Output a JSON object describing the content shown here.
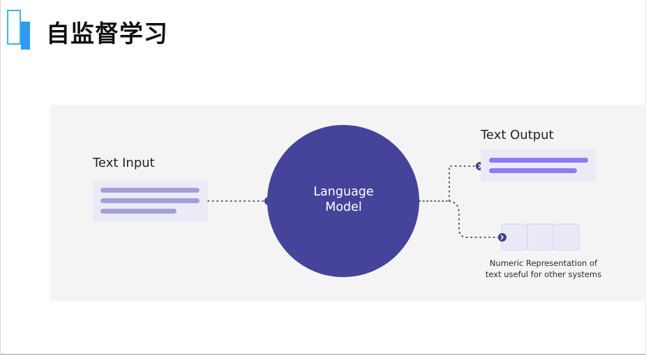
{
  "slide": {
    "title": "自监督学习"
  },
  "diagram": {
    "input_label": "Text Input",
    "model_label_line1": "Language",
    "model_label_line2": "Model",
    "output_label": "Text Output",
    "numeric_label_line1": "Numeric Representation of",
    "numeric_label_line2": "text useful for other systems",
    "embedding_cells": 3
  },
  "colors": {
    "accent_outline": "#35b9e6",
    "accent_fill": "#2e9bf0",
    "model_circle": "#45449a",
    "input_lines": "#a3a0d8",
    "output_lines": "#8c7cf0",
    "card_background": "#ebebf8",
    "connector_dots": "#333333"
  }
}
